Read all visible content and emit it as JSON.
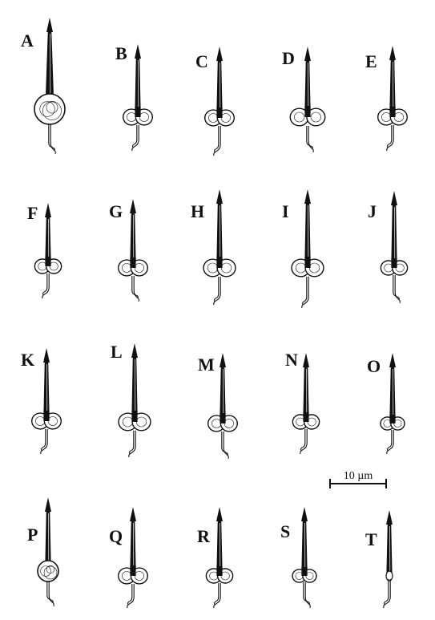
{
  "colors": {
    "ink": "#111111",
    "body_fill": "#ffffff",
    "background": "#ffffff"
  },
  "scale_bar": {
    "label": "10 µm"
  },
  "cells": [
    {
      "label": "A",
      "body": "round"
    },
    {
      "label": "B",
      "body": "lobed"
    },
    {
      "label": "C",
      "body": "lobed"
    },
    {
      "label": "D",
      "body": "wide-lobed"
    },
    {
      "label": "E",
      "body": "lobed"
    },
    {
      "label": "F",
      "body": "lobed"
    },
    {
      "label": "G",
      "body": "lobed"
    },
    {
      "label": "H",
      "body": "lobed"
    },
    {
      "label": "I",
      "body": "lobed"
    },
    {
      "label": "J",
      "body": "lobed"
    },
    {
      "label": "K",
      "body": "lobed"
    },
    {
      "label": "L",
      "body": "lobed"
    },
    {
      "label": "M",
      "body": "lobed"
    },
    {
      "label": "N",
      "body": "lobed"
    },
    {
      "label": "O",
      "body": "lobed"
    },
    {
      "label": "P",
      "body": "round"
    },
    {
      "label": "Q",
      "body": "lobed"
    },
    {
      "label": "R",
      "body": "lobed"
    },
    {
      "label": "S",
      "body": "lobed"
    },
    {
      "label": "T",
      "body": "none"
    }
  ]
}
